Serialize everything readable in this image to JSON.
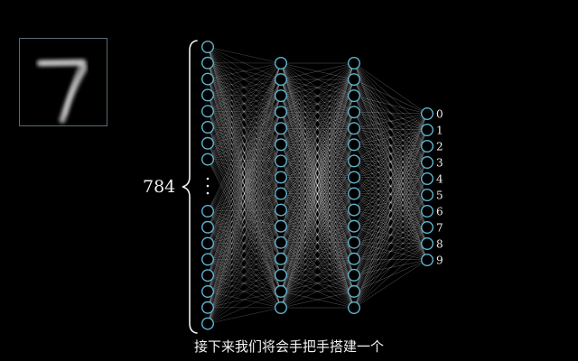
{
  "input_image": {
    "digit": "7"
  },
  "input_layer": {
    "count_label": "784",
    "ellipsis": "⋮"
  },
  "hidden_layers": [
    {
      "neurons": 16
    },
    {
      "neurons": 16
    }
  ],
  "output_layer": {
    "labels": [
      "0",
      "1",
      "2",
      "3",
      "4",
      "5",
      "6",
      "7",
      "8",
      "9"
    ]
  },
  "subtitle": "接下来我们将会手把手搭建一个",
  "colors": {
    "background": "#000000",
    "neuron_stroke": "#5fb4d0",
    "connection": "#ffffff",
    "text": "#f0f0f0"
  }
}
